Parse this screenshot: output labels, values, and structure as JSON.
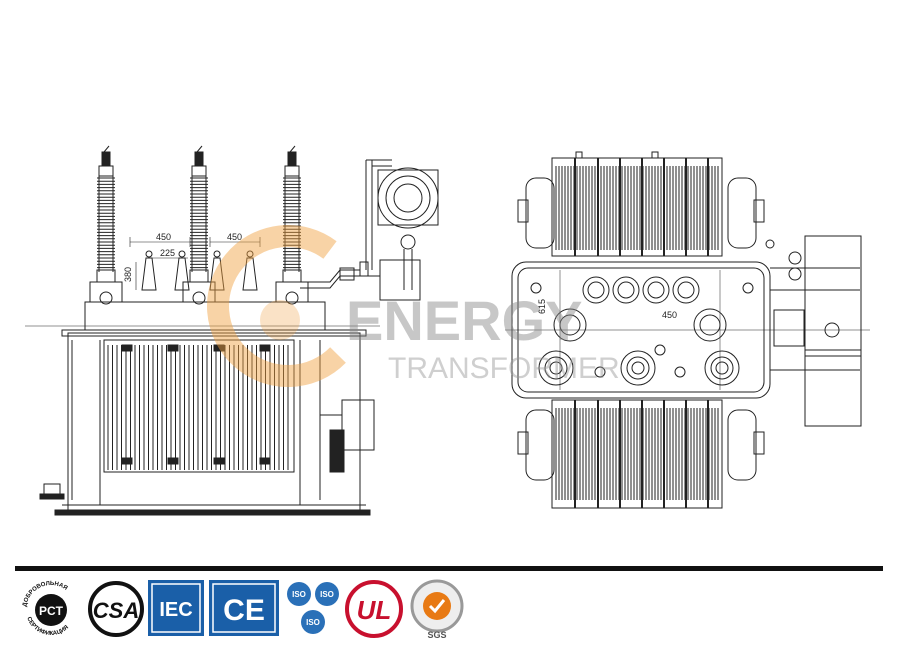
{
  "drawing": {
    "front_view": {
      "dimensions": {
        "bushing_spacing_left": "450",
        "bushing_spacing_right": "450",
        "bushing_offset": "225",
        "bushing_height": "380"
      }
    },
    "top_view": {
      "dimensions": {
        "upper": "615",
        "right": "450"
      }
    }
  },
  "watermark": {
    "word_main": "ENERGY",
    "word_sub": "TRANSFORMER",
    "color": "#f0a040"
  },
  "certifications": [
    {
      "name": "gost-r",
      "text_top": "ДОБРОВОЛЬНАЯ",
      "text_bottom": "СЕРТИФИКАЦИЯ",
      "mark": "PCT"
    },
    {
      "name": "csa",
      "mark": "CSA"
    },
    {
      "name": "iec",
      "mark": "IEC",
      "color": "#1a5fa8"
    },
    {
      "name": "ce",
      "mark": "CE",
      "color": "#1a5fa8"
    },
    {
      "name": "iso",
      "mark": "ISO",
      "color": "#2a70b8"
    },
    {
      "name": "ul",
      "mark": "UL",
      "color": "#c8102e"
    },
    {
      "name": "sgs",
      "mark": "SGS",
      "color": "#e87a14"
    }
  ]
}
